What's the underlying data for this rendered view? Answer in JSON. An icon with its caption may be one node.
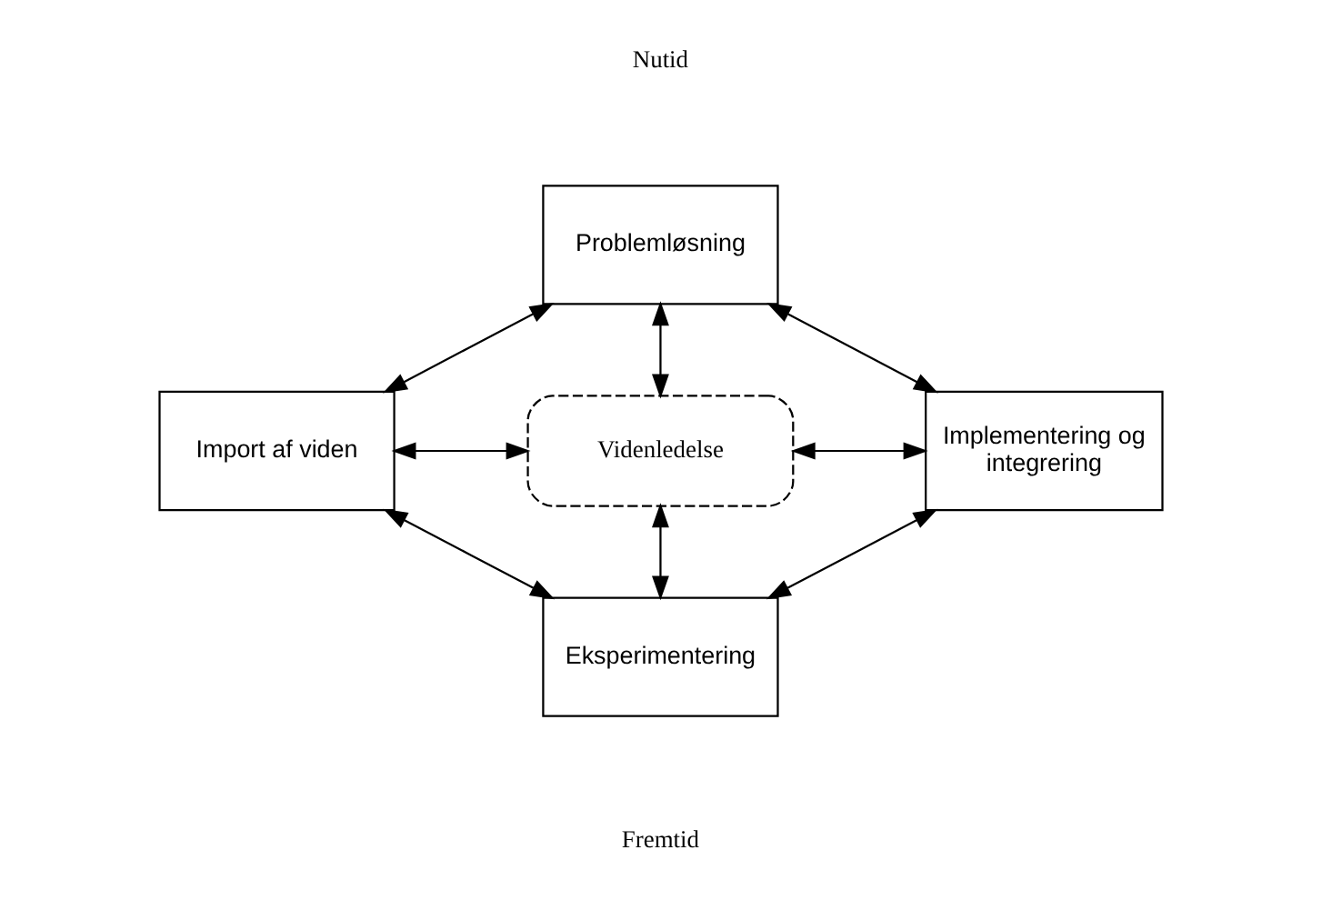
{
  "diagram": {
    "nodes": [
      {
        "text": [
          "Problemløsning"
        ]
      },
      {
        "text": [
          "Import af viden"
        ]
      },
      {
        "text": [
          "Videnledelse"
        ]
      },
      {
        "text": [
          "Implementering og integrering"
        ]
      },
      {
        "text": [
          "Eksperimentering"
        ]
      }
    ],
    "edges": [
      {
        "from": 1,
        "to": 0,
        "arrow": "both"
      },
      {
        "from": 0,
        "to": 3,
        "arrow": "both"
      },
      {
        "from": 0,
        "to": 2,
        "arrow": "both"
      },
      {
        "from": 1,
        "to": 2,
        "arrow": "both"
      },
      {
        "from": 2,
        "to": 3,
        "arrow": "both"
      },
      {
        "from": 2,
        "to": 4,
        "arrow": "both"
      },
      {
        "from": 1,
        "to": 4,
        "arrow": "both"
      },
      {
        "from": 4,
        "to": 3,
        "arrow": "both"
      }
    ],
    "labels": [
      "Nutid",
      "Fremtid"
    ]
  }
}
